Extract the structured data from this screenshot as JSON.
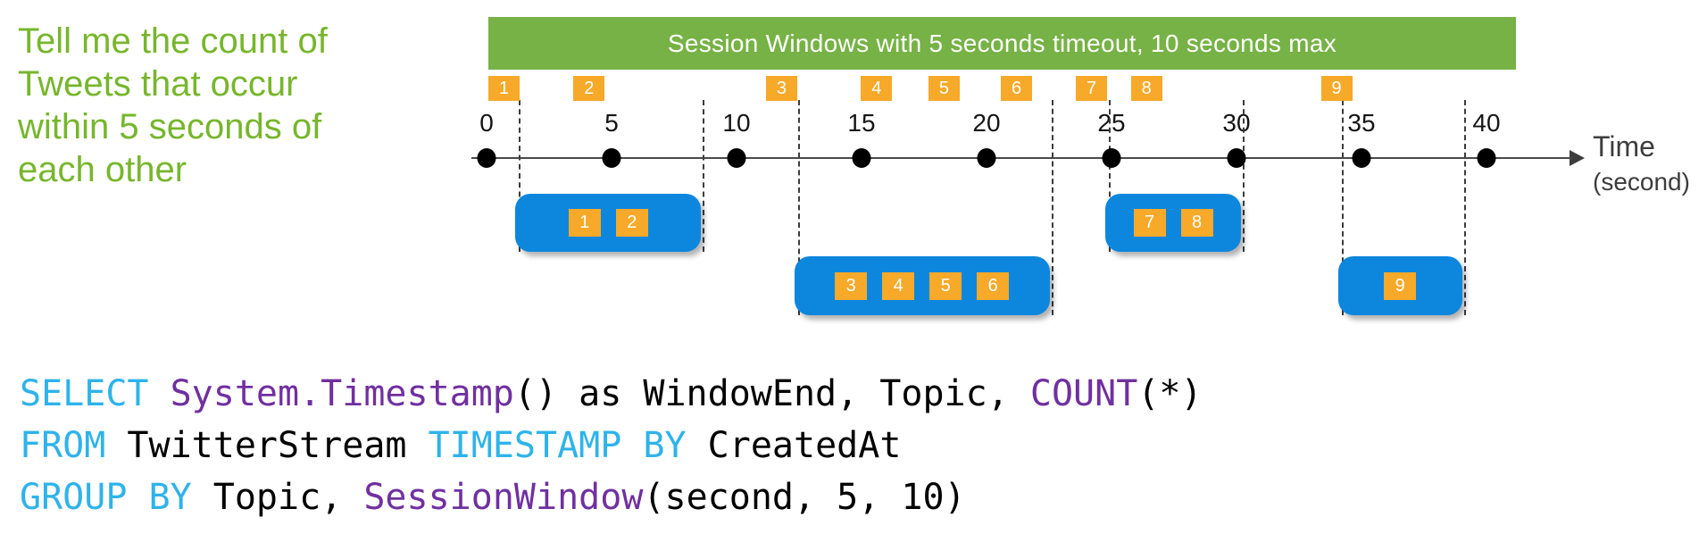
{
  "prompt": {
    "lines": [
      "Tell me the count of",
      "Tweets that occur",
      "within 5 seconds of",
      "each other"
    ]
  },
  "banner": {
    "title": "Session Windows with 5 seconds timeout, 10 seconds max"
  },
  "timeline": {
    "axis_label_line1": "Time",
    "axis_label_line2": "(second)",
    "ticks": [
      {
        "seconds": 0,
        "label": "0"
      },
      {
        "seconds": 5,
        "label": "5"
      },
      {
        "seconds": 10,
        "label": "10"
      },
      {
        "seconds": 15,
        "label": "15"
      },
      {
        "seconds": 20,
        "label": "20"
      },
      {
        "seconds": 25,
        "label": "25"
      },
      {
        "seconds": 30,
        "label": "30"
      },
      {
        "seconds": 35,
        "label": "35"
      },
      {
        "seconds": 40,
        "label": "40"
      }
    ],
    "events": [
      {
        "label": "1",
        "t": 0.7
      },
      {
        "label": "2",
        "t": 4.1
      },
      {
        "label": "3",
        "t": 11.8
      },
      {
        "label": "4",
        "t": 15.6
      },
      {
        "label": "5",
        "t": 18.3
      },
      {
        "label": "6",
        "t": 21.2
      },
      {
        "label": "7",
        "t": 24.2
      },
      {
        "label": "8",
        "t": 26.4
      },
      {
        "label": "9",
        "t": 34.0
      }
    ],
    "windows": [
      {
        "events": [
          "1",
          "2"
        ],
        "t_start": 1.3,
        "t_end": 8.65,
        "row": "upper"
      },
      {
        "events": [
          "3",
          "4",
          "5",
          "6"
        ],
        "t_start": 12.45,
        "t_end": 22.6,
        "row": "lower"
      },
      {
        "events": [
          "7",
          "8"
        ],
        "t_start": 24.9,
        "t_end": 30.25,
        "row": "upper"
      },
      {
        "events": [
          "9"
        ],
        "t_start": 34.2,
        "t_end": 39.1,
        "row": "lower"
      }
    ]
  },
  "code": {
    "lines": [
      {
        "segments": [
          {
            "text": "SELECT ",
            "type": "keyword"
          },
          {
            "text": "System.Timestamp",
            "type": "function"
          },
          {
            "text": "() as WindowEnd, Topic, ",
            "type": "plain"
          },
          {
            "text": "COUNT",
            "type": "function"
          },
          {
            "text": "(*)",
            "type": "plain"
          }
        ]
      },
      {
        "segments": [
          {
            "text": "FROM ",
            "type": "keyword"
          },
          {
            "text": "TwitterStream ",
            "type": "plain"
          },
          {
            "text": "TIMESTAMP BY ",
            "type": "keyword"
          },
          {
            "text": "CreatedAt",
            "type": "plain"
          }
        ]
      },
      {
        "segments": [
          {
            "text": "GROUP BY ",
            "type": "keyword"
          },
          {
            "text": "Topic, ",
            "type": "plain"
          },
          {
            "text": "SessionWindow",
            "type": "function"
          },
          {
            "text": "(second, 5, 10)",
            "type": "plain"
          }
        ]
      }
    ]
  },
  "colors": {
    "prompt_green": "#77B62C",
    "banner_green": "#76B245",
    "event_orange": "#F7A929",
    "window_blue": "#0D87DD",
    "keyword_cyan": "#2EB3EA",
    "function_purple": "#7030A0"
  }
}
